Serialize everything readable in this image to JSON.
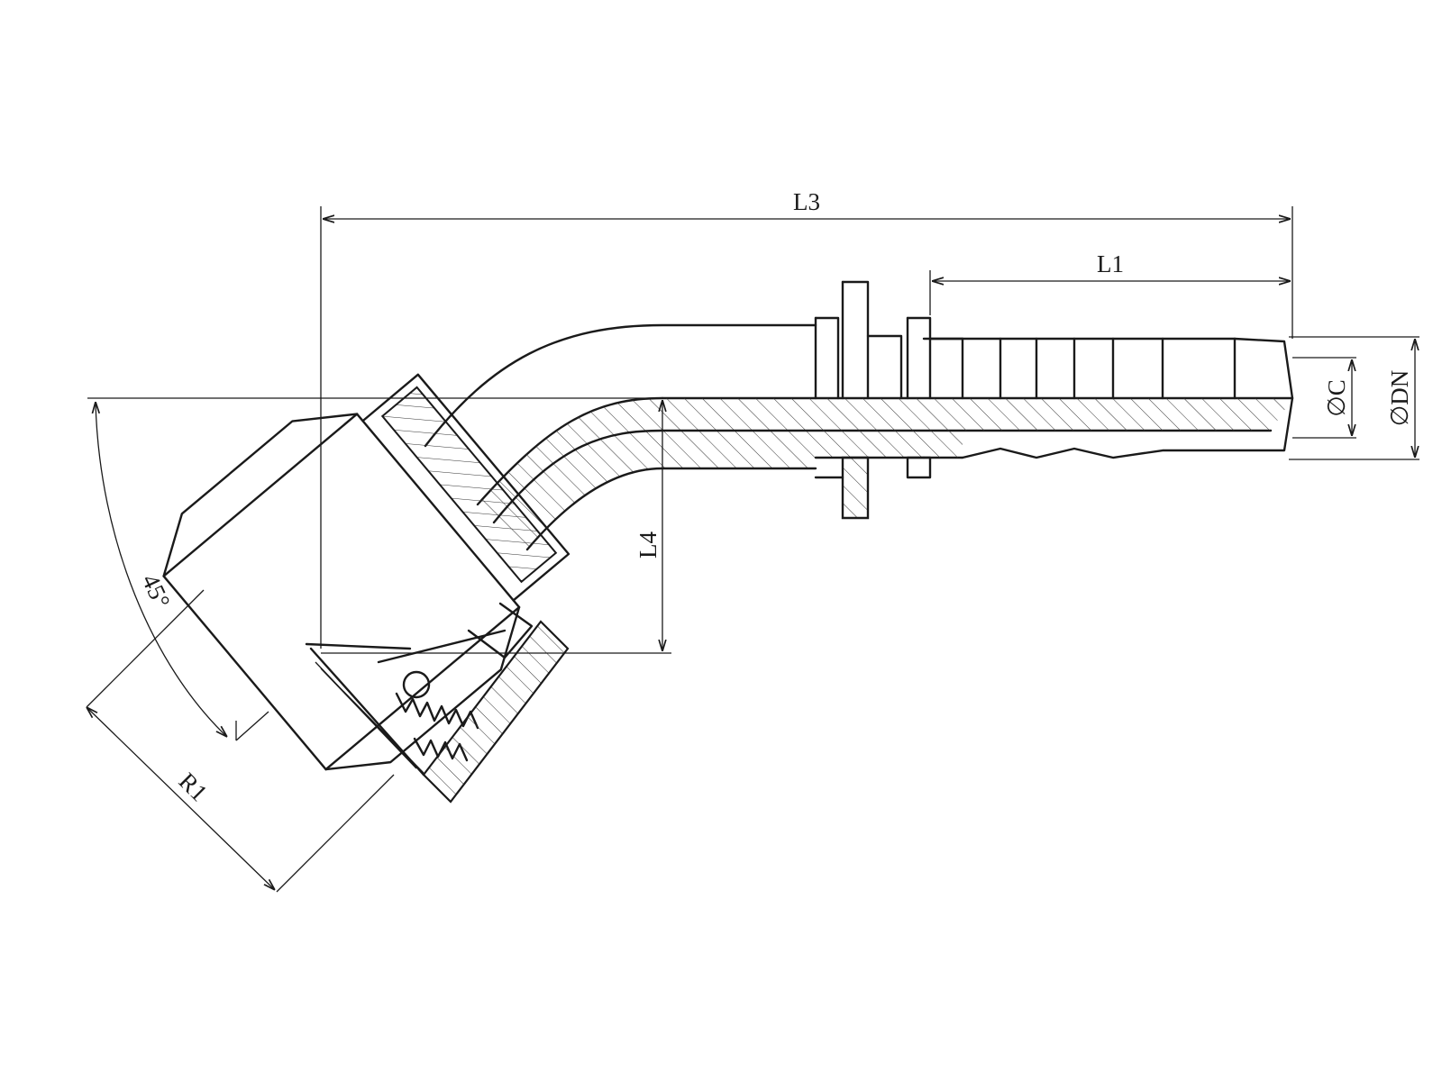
{
  "drawing": {
    "description_labels": {
      "overall_length": "L3",
      "hose_tail_length": "L1",
      "offset_height": "L4",
      "nut_reach": "R1",
      "bend_angle": "45°",
      "inner_diameter": "∅C",
      "nominal_diameter": "∅DN"
    },
    "colors": {
      "line": "#1a1a1a",
      "background": "#ffffff"
    }
  }
}
